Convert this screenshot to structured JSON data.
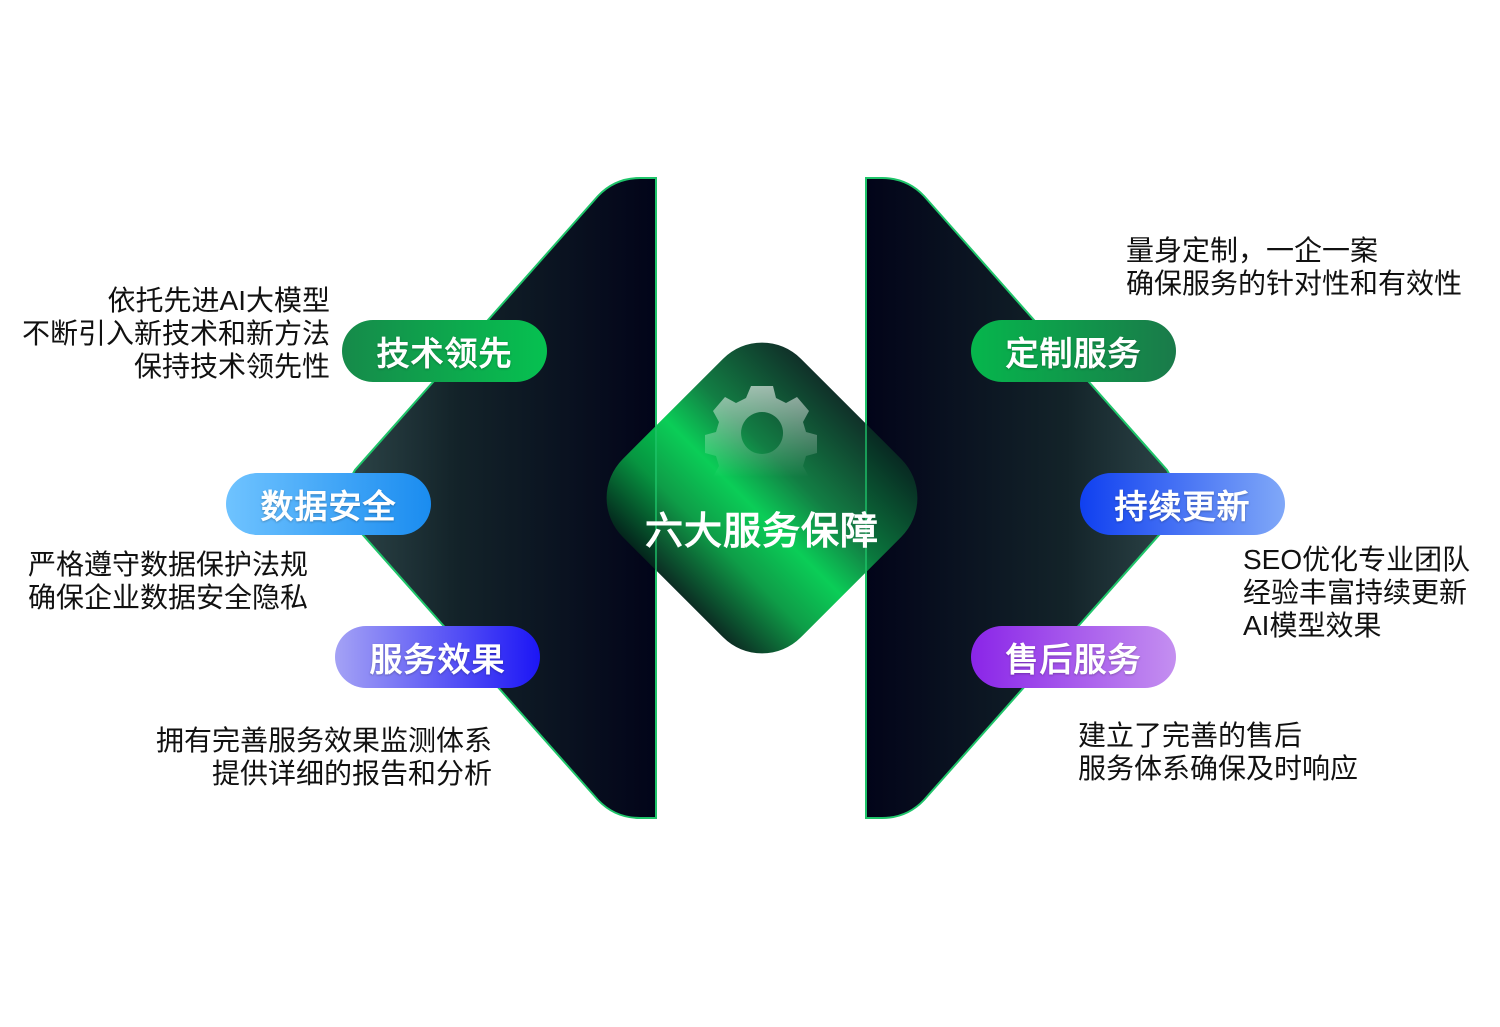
{
  "center": {
    "title": "六大服务保障",
    "icon": "gear-icon"
  },
  "items": [
    {
      "label": "技术领先",
      "lines": [
        "依托先进AI大模型",
        "不断引入新技术和新方法",
        "保持技术领先性"
      ]
    },
    {
      "label": "数据安全",
      "lines": [
        "严格遵守数据保护法规",
        "确保企业数据安全隐私"
      ]
    },
    {
      "label": "服务效果",
      "lines": [
        "拥有完善服务效果监测体系",
        "提供详细的报告和分析"
      ]
    },
    {
      "label": "定制服务",
      "lines": [
        "量身定制，一企一案",
        "确保服务的针对性和有效性"
      ]
    },
    {
      "label": "持续更新",
      "lines": [
        "SEO优化专业团队",
        "经验丰富持续更新",
        "AI模型效果"
      ]
    },
    {
      "label": "售后服务",
      "lines": [
        "建立了完善的售后",
        "服务体系确保及时响应"
      ]
    }
  ],
  "colors": {
    "panel_dark": "#020419",
    "panel_edge": "#1fc46a",
    "green": "#06c150",
    "blue": "#1e6cf5",
    "purple": "#8a2be2"
  }
}
